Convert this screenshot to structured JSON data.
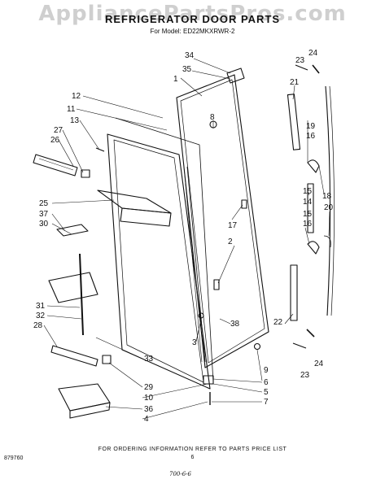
{
  "watermark": "AppliancePartsPros.com",
  "header": {
    "title": "REFRIGERATOR DOOR PARTS",
    "model": "For Model: ED22MKXRWR-2"
  },
  "footer": {
    "ordering_note": "FOR ORDERING INFORMATION REFER TO PARTS PRICE LIST",
    "page_number": "6",
    "diagram_code": "879760",
    "handwritten_code": "700-6-6"
  },
  "callouts": {
    "c1": "1",
    "c2": "2",
    "c3": "3",
    "c4": "4",
    "c5": "5",
    "c6": "6",
    "c7": "7",
    "c8": "8",
    "c9": "9",
    "c10": "10",
    "c11": "11",
    "c12": "12",
    "c13": "13",
    "c14": "14",
    "c15": "15",
    "c15b": "15",
    "c16": "16",
    "c16b": "16",
    "c17": "17",
    "c18": "18",
    "c19": "19",
    "c20": "20",
    "c21": "21",
    "c22": "22",
    "c23": "23",
    "c23b": "23",
    "c24": "24",
    "c24b": "24",
    "c25": "25",
    "c26": "26",
    "c27": "27",
    "c28": "28",
    "c29": "29",
    "c30": "30",
    "c31": "31",
    "c32": "32",
    "c33": "33",
    "c34": "34",
    "c35": "35",
    "c36": "36",
    "c37": "37",
    "c38": "38"
  }
}
